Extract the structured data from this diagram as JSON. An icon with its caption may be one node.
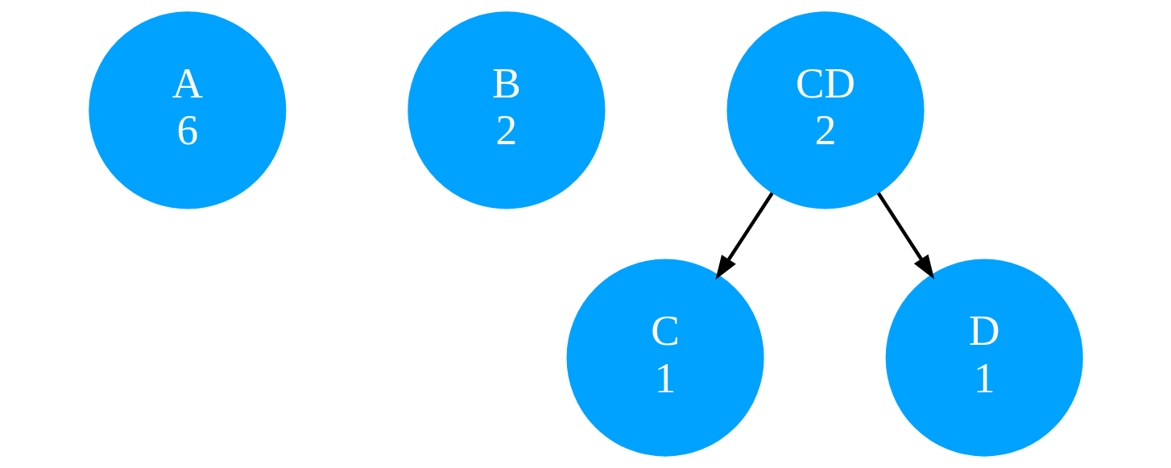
{
  "diagram": {
    "nodes": [
      {
        "text": [
          "A",
          "6"
        ]
      },
      {
        "text": [
          "B",
          "2"
        ]
      },
      {
        "text": [
          "CD",
          "2"
        ]
      },
      {
        "text": [
          "C",
          "1"
        ]
      },
      {
        "text": [
          "D",
          "1"
        ]
      }
    ],
    "edges": [
      {
        "from": 2,
        "to": 3,
        "arrow": "to"
      },
      {
        "from": 2,
        "to": 4,
        "arrow": "to"
      }
    ]
  }
}
